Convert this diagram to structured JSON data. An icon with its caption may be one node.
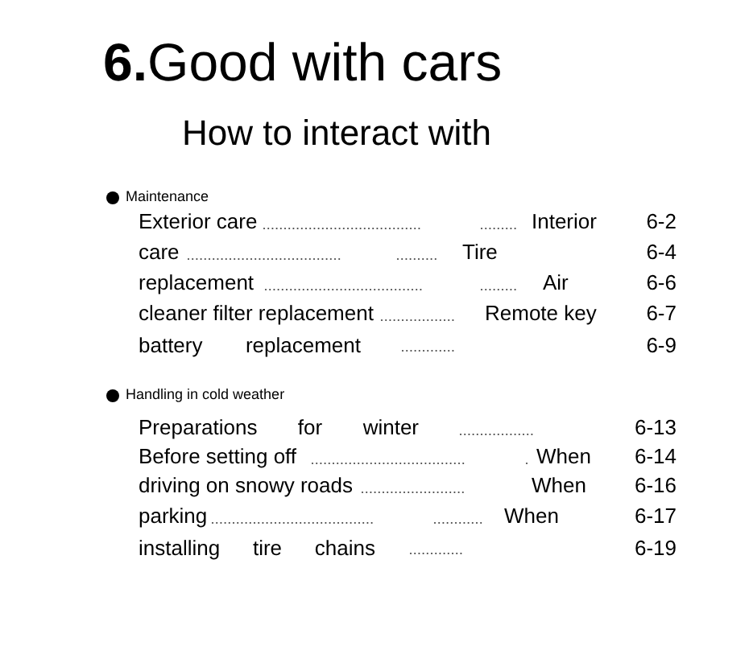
{
  "diagram": {
    "title": "**6.**Good with cars",
    "labels": [
      "How to interact with",
      "Maintenance",
      "Exterior care",
      "Interior",
      "6-2",
      "care",
      "Tire",
      "6-4",
      "replacement",
      "Air",
      "6-6",
      "cleaner filter replacement",
      "Remote key",
      "6-7",
      "battery replacement",
      "6-9",
      "Handling in cold weather",
      "Preparations for winter",
      "6-13",
      "Before setting off",
      "When",
      "6-14",
      "driving on snowy roads",
      "When",
      "6-16",
      "parking",
      "When",
      "6-17",
      "installing tire chains",
      "6-19"
    ]
  }
}
